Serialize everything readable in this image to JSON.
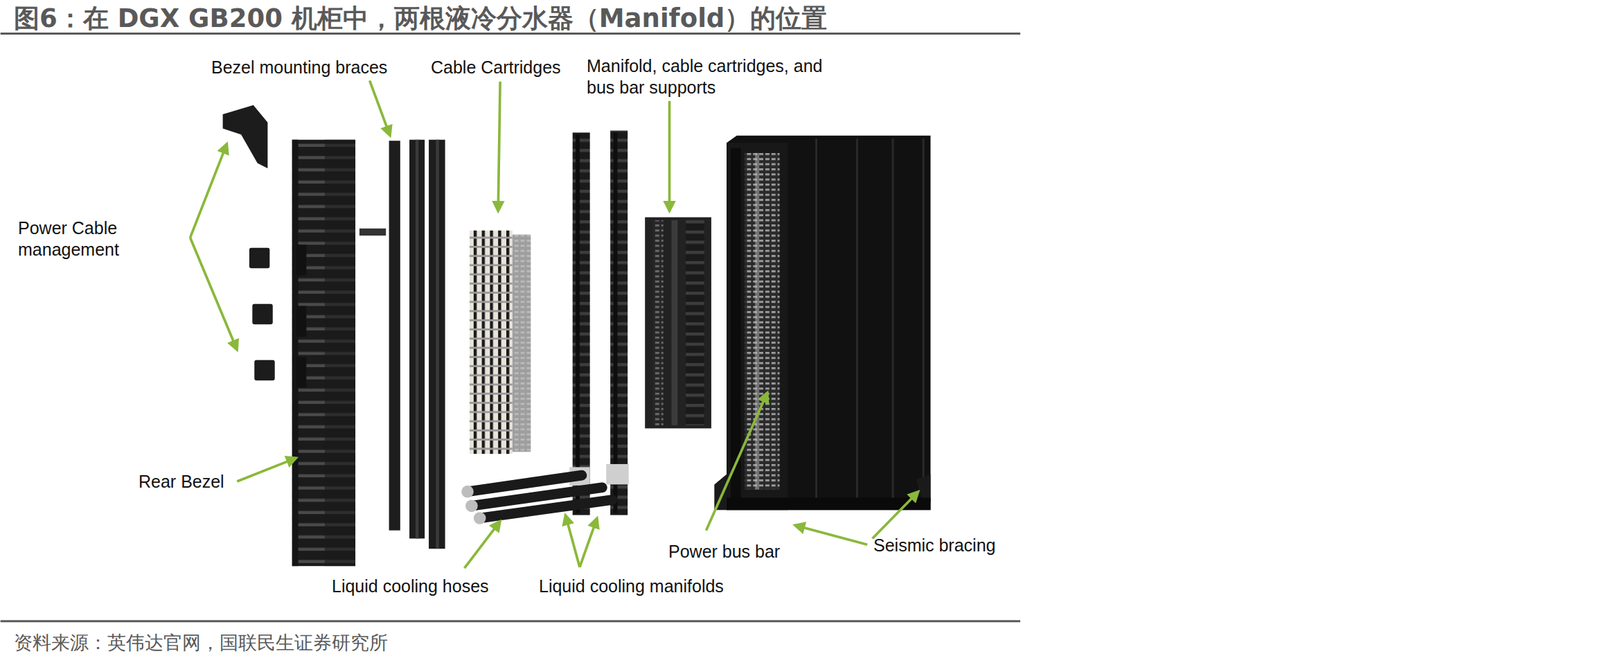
{
  "diagram": {
    "title": "图6：在 DGX GB200 机柜中，两根液冷分水器（Manifold）的位置",
    "caption": "资料来源：英伟达官网，国联民生证券研究所",
    "labels": [
      "Bezel mounting braces",
      "Cable Cartridges",
      "Manifold, cable cartridges, and bus bar supports",
      "Power Cable management",
      "Rear Bezel",
      "Liquid cooling hoses",
      "Liquid cooling manifolds",
      "Power bus bar",
      "Seismic bracing"
    ]
  }
}
